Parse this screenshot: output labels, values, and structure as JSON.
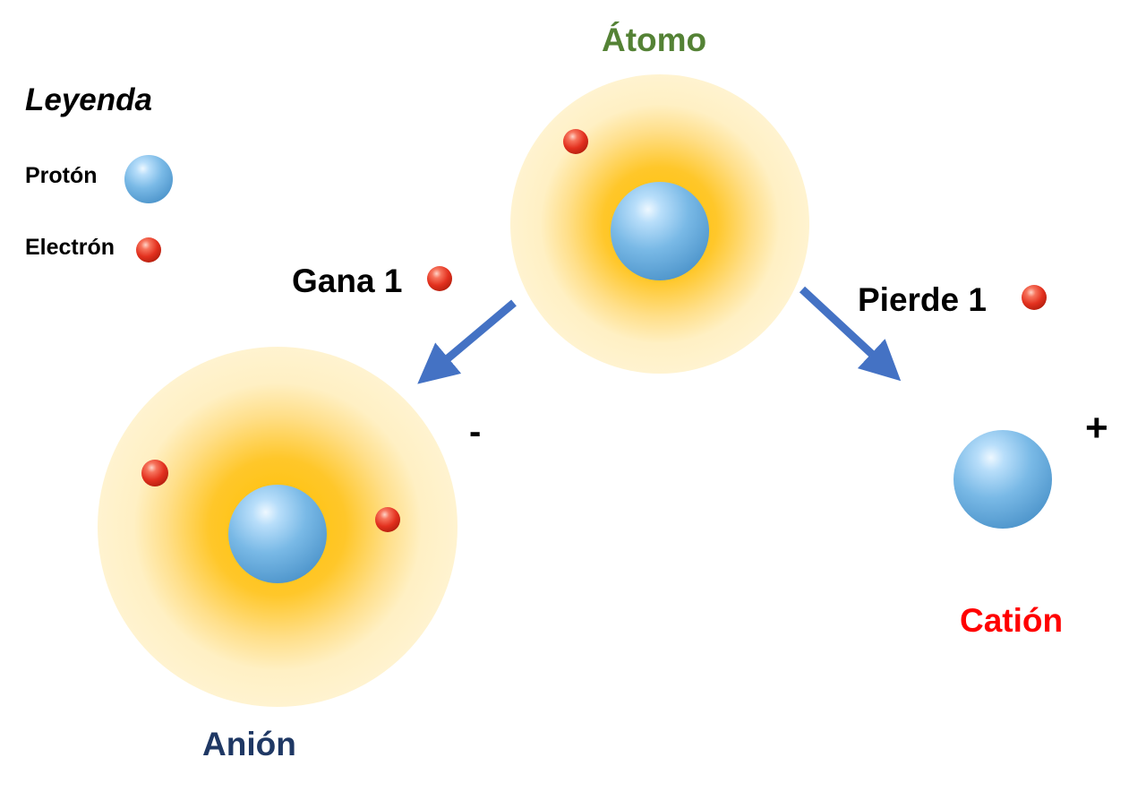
{
  "legend": {
    "title": "Leyenda",
    "proton_label": "Protón",
    "electron_label": "Electrón"
  },
  "atom": {
    "title": "Átomo"
  },
  "transitions": {
    "gain": {
      "label": "Gana 1"
    },
    "lose": {
      "label": "Pierde 1"
    }
  },
  "anion": {
    "title": "Anión",
    "charge": "-"
  },
  "cation": {
    "title": "Catión",
    "charge": "+"
  },
  "colors": {
    "atom_title": "#548235",
    "anion_title": "#1f3864",
    "cation_title": "#ff0000",
    "arrow": "#4472c4",
    "proton": "#7fbde8",
    "electron": "#e8392a",
    "cloud_core": "#ffc000",
    "cloud_edge": "#fff2cc"
  }
}
